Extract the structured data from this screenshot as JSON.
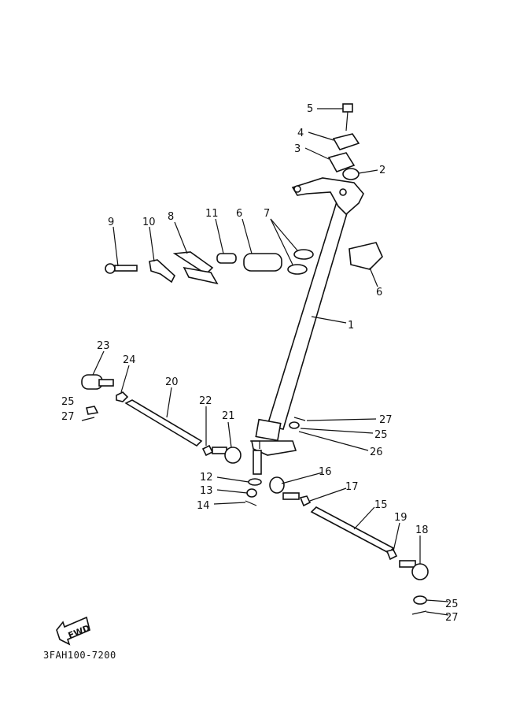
{
  "diagram": {
    "part_code": "3FAH100-7200",
    "fwd_label": "FWD",
    "callouts": [
      "5",
      "4",
      "3",
      "2",
      "9",
      "10",
      "8",
      "11",
      "6",
      "7",
      "6",
      "1",
      "23",
      "24",
      "20",
      "25",
      "27",
      "22",
      "21",
      "27",
      "25",
      "26",
      "16",
      "12",
      "13",
      "14",
      "17",
      "15",
      "19",
      "18",
      "25",
      "27"
    ]
  }
}
